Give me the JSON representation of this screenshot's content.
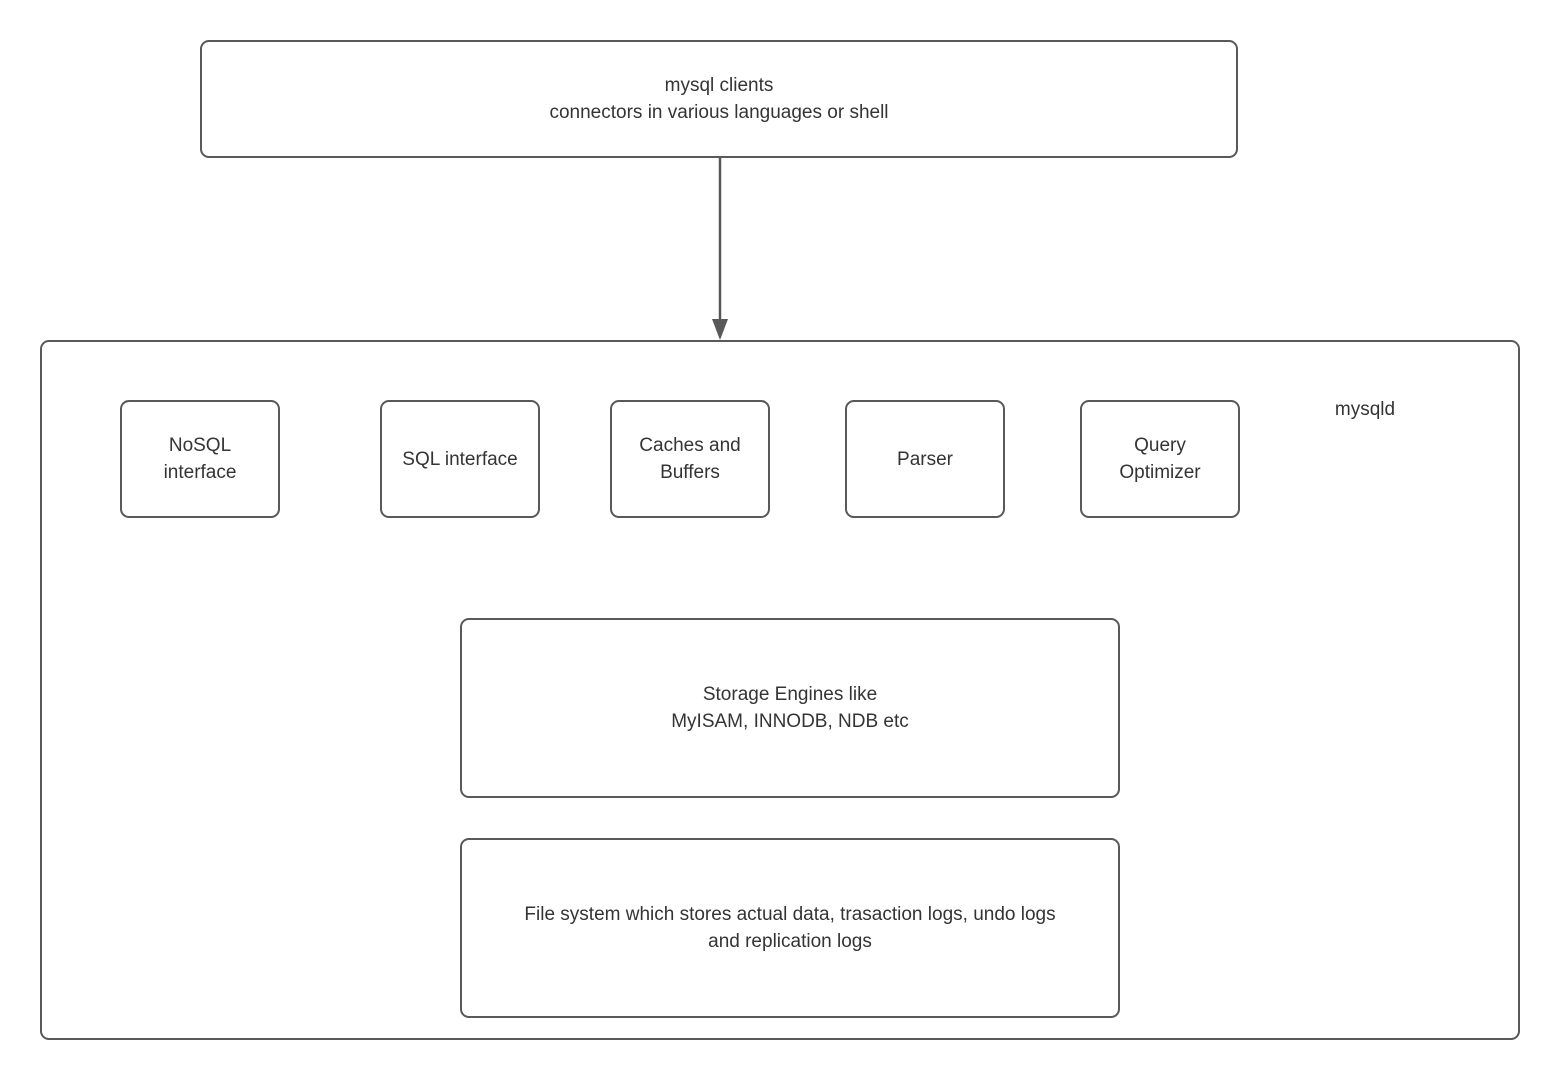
{
  "colors": {
    "border": "#595959",
    "text": "#343434",
    "canvas_background": "#ffffff",
    "arrow": "#595959"
  },
  "nodes": {
    "clients": {
      "label": "mysql clients\nconnectors in various languages or shell"
    },
    "mysqld": {
      "label": "mysqld"
    },
    "nosql": {
      "label": "NoSQL\ninterface"
    },
    "sql": {
      "label": "SQL interface"
    },
    "caches": {
      "label": "Caches and\nBuffers"
    },
    "parser": {
      "label": "Parser"
    },
    "optimizer": {
      "label": "Query\nOptimizer"
    },
    "storage": {
      "label": "Storage Engines like\nMyISAM, INNODB, NDB etc"
    },
    "filesystem": {
      "label": "File system which stores actual data, trasaction logs, undo logs\nand replication logs"
    }
  },
  "edges": [
    {
      "from": "clients",
      "to": "mysqld",
      "direction": "down"
    }
  ]
}
